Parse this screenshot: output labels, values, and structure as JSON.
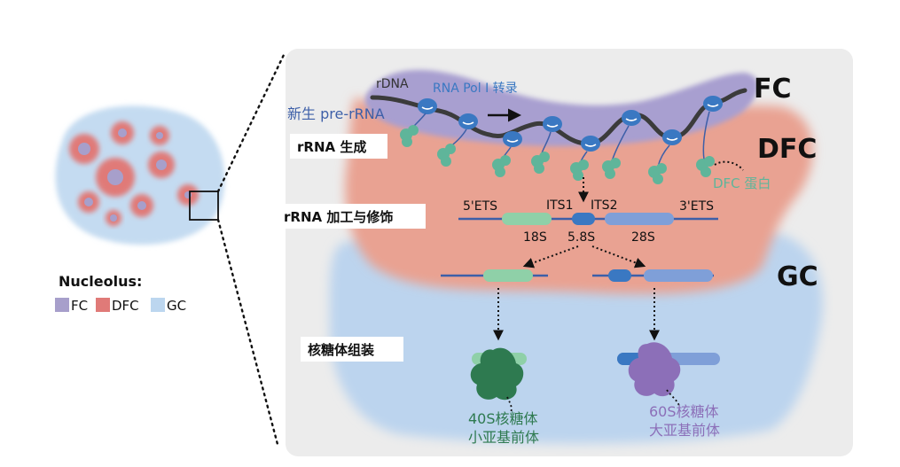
{
  "legend": {
    "title": "Nucleolus:",
    "items": [
      {
        "label": "FC",
        "color": "#a79fcb"
      },
      {
        "label": "DFC",
        "color": "#e07a78"
      },
      {
        "label": "GC",
        "color": "#bcd6ef"
      }
    ]
  },
  "regions": {
    "fc": "FC",
    "dfc": "DFC",
    "gc": "GC"
  },
  "labels": {
    "rdna": "rDNA",
    "pol": "RNA Pol I 转录",
    "nascent": "新生 pre-rRNA",
    "dfc_protein": "DFC 蛋白"
  },
  "steps": {
    "generation": "rRNA 生成",
    "processing": "rRNA 加工与修饰",
    "assembly": "核糖体组装"
  },
  "transcript": {
    "ets5": "5'ETS",
    "its1": "ITS1",
    "its2": "ITS2",
    "ets3": "3'ETS",
    "s18": "18S",
    "s58": "5.8S",
    "s28": "28S"
  },
  "subunits": {
    "small_line1": "40S核糖体",
    "small_line2": "小亚基前体",
    "large_line1": "60S核糖体",
    "large_line2": "大亚基前体"
  },
  "colors": {
    "fc": "#a79fcb",
    "dfc": "#e8978a",
    "gc": "#bcd6ef",
    "rna_blue": "#3d5fa8",
    "pol_blue": "#3a78c2",
    "teal": "#5fb59a",
    "green_dark": "#2e7a50",
    "purple": "#8c6fb8",
    "s28_blue": "#7f9fd8",
    "s18_green": "#8fd0a8"
  }
}
